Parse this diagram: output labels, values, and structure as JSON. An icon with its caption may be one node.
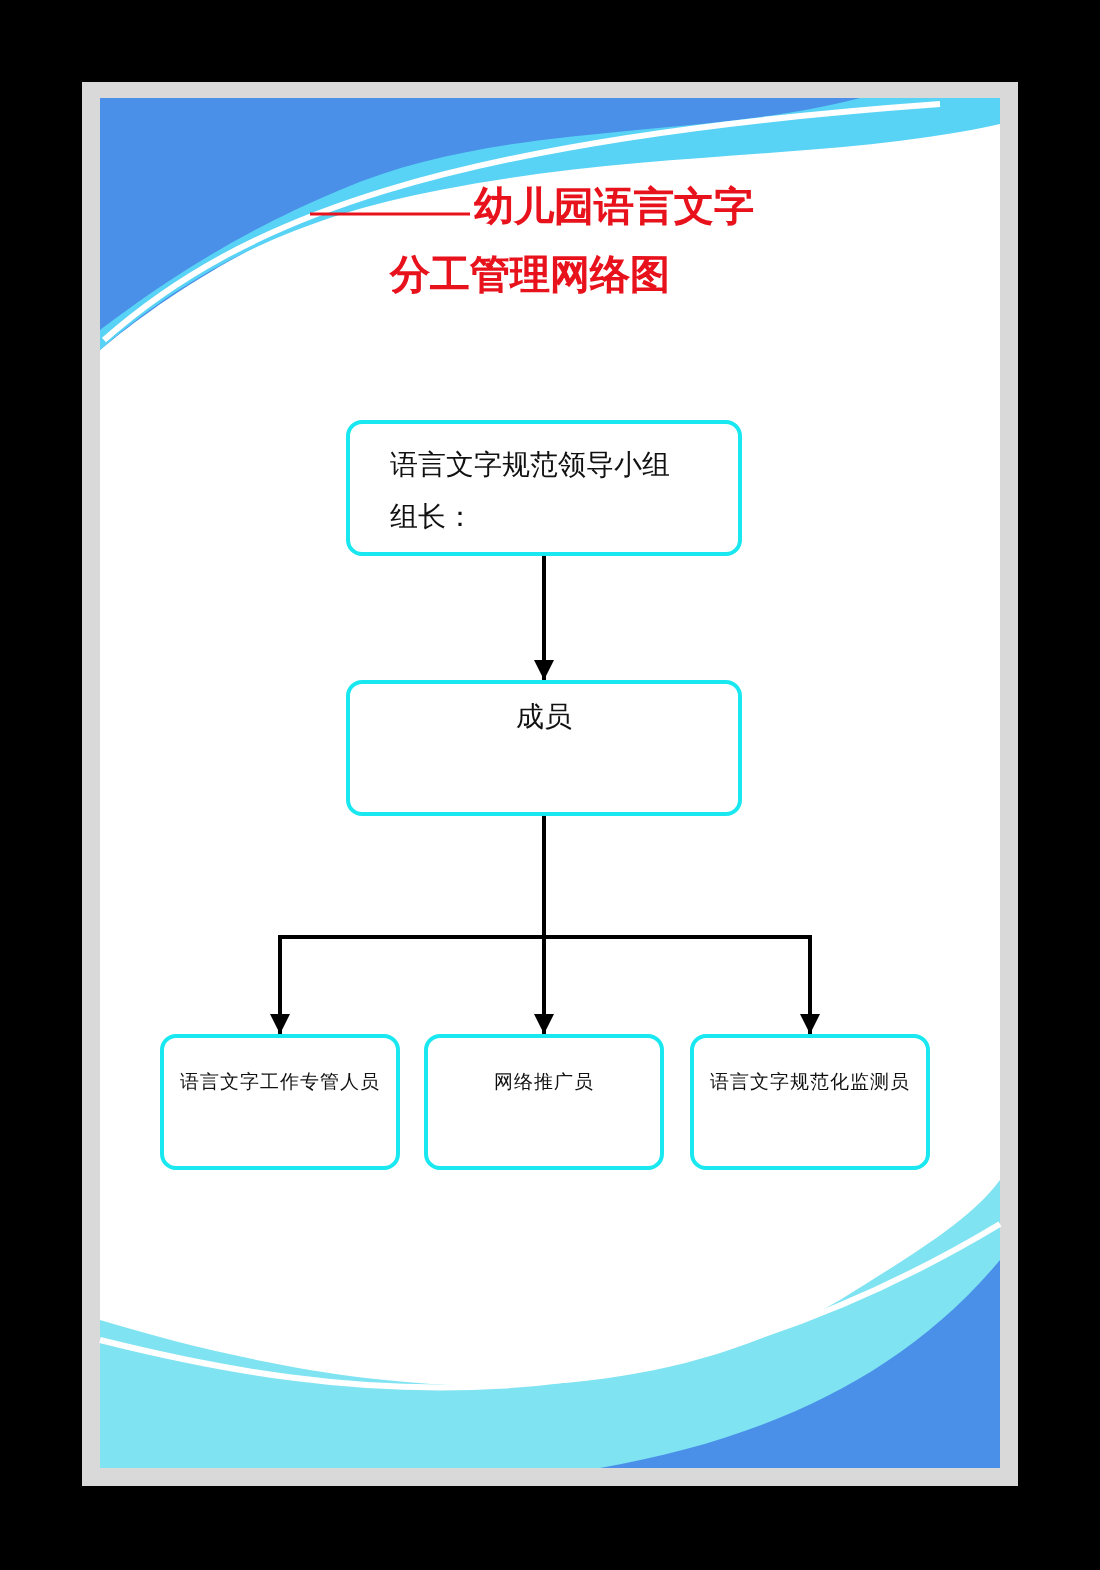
{
  "diagram": {
    "title": "幼儿园语言文字分工管理网络图",
    "nodes": [
      {
        "text": [
          "语言文字规范领导小组",
          "组长："
        ]
      },
      {
        "text": [
          "成员"
        ]
      },
      {
        "text": [
          "语言文字工作专管人员"
        ]
      },
      {
        "text": [
          "网络推广员"
        ]
      },
      {
        "text": [
          "语言文字规范化监测员"
        ]
      }
    ],
    "edges": [
      {
        "from": 0,
        "to": 1,
        "arrow": "to"
      },
      {
        "from": 1,
        "to": 2,
        "arrow": "to"
      },
      {
        "from": 1,
        "to": 3,
        "arrow": "to"
      },
      {
        "from": 1,
        "to": 4,
        "arrow": "to"
      }
    ]
  }
}
